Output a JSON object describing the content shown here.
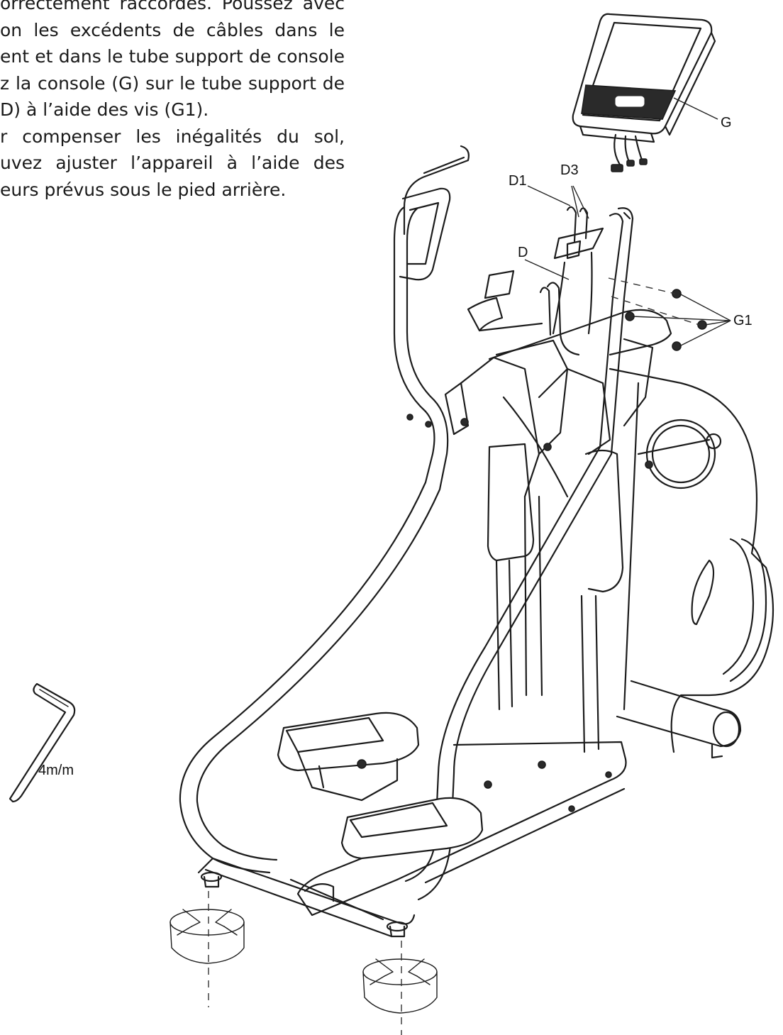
{
  "instructions": {
    "lines": [
      "orrectement raccordés. Poussez avec",
      "on les excédents de câbles dans le",
      "ent et dans le tube support de console",
      "z la console (G) sur le tube support de",
      "D) à l’aide des vis (G1).",
      "r compenser les inégalités du sol,",
      "uvez ajuster l’appareil à l’aide des",
      "eurs prévus sous le pied arrière."
    ]
  },
  "callouts": {
    "console": "G",
    "cable_d1": "D1",
    "cable_d3": "D3",
    "support_tube": "D",
    "screws": "G1"
  },
  "tool": {
    "allen_key_size": "4m/m"
  },
  "icons": {
    "allen_key": "allen-key-icon",
    "leveler_adjust": "rotate-arrows-icon"
  }
}
